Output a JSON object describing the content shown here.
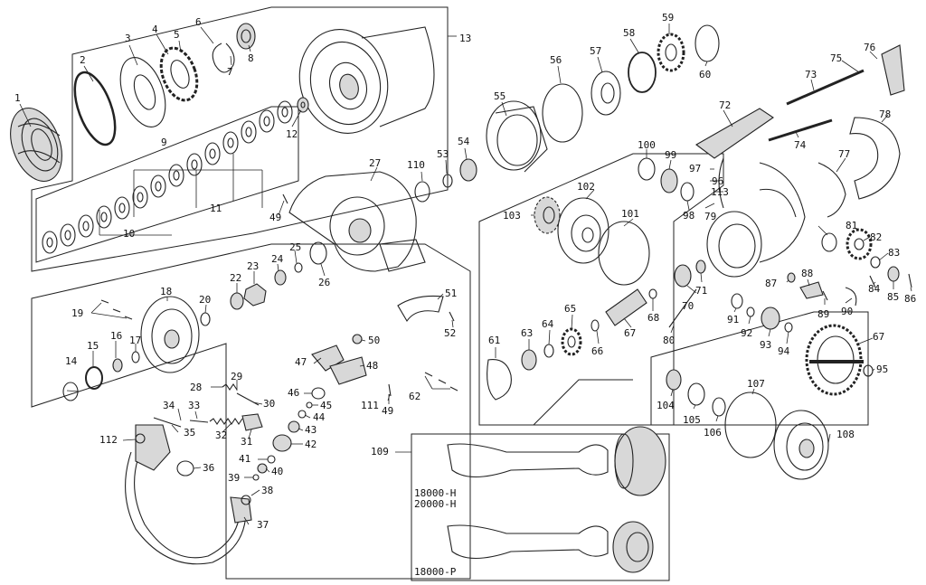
{
  "callouts": [
    "1",
    "2",
    "3",
    "4",
    "5",
    "6",
    "7",
    "8",
    "9",
    "10",
    "11",
    "12",
    "13",
    "14",
    "15",
    "16",
    "17",
    "18",
    "19",
    "20",
    "22",
    "23",
    "24",
    "25",
    "26",
    "27",
    "28",
    "29",
    "30",
    "31",
    "32",
    "33",
    "34",
    "35",
    "36",
    "37",
    "38",
    "39",
    "40",
    "41",
    "42",
    "43",
    "44",
    "45",
    "46",
    "47",
    "48",
    "49",
    "50",
    "51",
    "52",
    "53",
    "54",
    "55",
    "56",
    "57",
    "58",
    "59",
    "60",
    "61",
    "62",
    "63",
    "64",
    "65",
    "66",
    "67",
    "68",
    "70",
    "71",
    "72",
    "73",
    "74",
    "75",
    "76",
    "77",
    "78",
    "79",
    "80",
    "81",
    "82",
    "83",
    "84",
    "85",
    "86",
    "87",
    "88",
    "89",
    "90",
    "91",
    "92",
    "93",
    "94",
    "95",
    "96",
    "97",
    "98",
    "99",
    "100",
    "101",
    "102",
    "103",
    "104",
    "105",
    "106",
    "107",
    "108",
    "109",
    "110",
    "111",
    "112",
    "113"
  ],
  "handle_variants": [
    "18000-H",
    "20000-H",
    "18000-P"
  ]
}
